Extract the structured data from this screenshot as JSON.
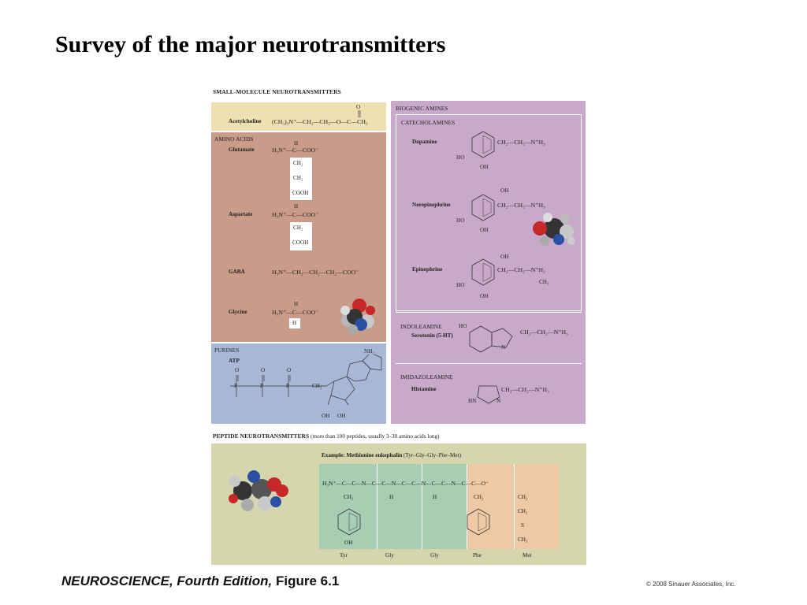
{
  "slide": {
    "title": "Survey of the major neurotransmitters"
  },
  "figure": {
    "small_heading": "SMALL-MOLECULE NEUROTRANSMITTERS",
    "acetylcholine": {
      "name": "Acetylcholine",
      "formula": "(CH₃)₃N⁺—CH₂—CH₂—O—C—CH₃",
      "o": "O"
    },
    "amino_acids": {
      "heading": "AMINO ACIDS",
      "glutamate": {
        "name": "Glutamate",
        "chain": "H₃N⁺—C—COO⁻",
        "h": "H",
        "side": [
          "CH₂",
          "CH₂",
          "COOH"
        ]
      },
      "aspartate": {
        "name": "Aspartate",
        "chain": "H₃N⁺—C—COO⁻",
        "h": "H",
        "side": [
          "CH₂",
          "COOH"
        ]
      },
      "gaba": {
        "name": "GABA",
        "chain": "H₃N⁺—CH₂—CH₂—CH₂—COO⁻"
      },
      "glycine": {
        "name": "Glycine",
        "chain": "H₃N⁺—C—COO⁻",
        "h": "H",
        "side": [
          "H"
        ]
      }
    },
    "purines": {
      "heading": "PURINES",
      "atp": {
        "name": "ATP",
        "nh2": "NH₂",
        "oh": "OH",
        "o": "O",
        "p": "P",
        "ch2": "CH₂"
      }
    },
    "biogenic": {
      "heading": "BIOGENIC AMINES",
      "catecholamines": {
        "heading": "CATECHOLAMINES",
        "dopamine": {
          "name": "Dopamine",
          "chain": "CH₂—CH₂—N⁺H₃",
          "ho": "HO",
          "oh": "OH"
        },
        "norepinephrine": {
          "name": "Norepinephrine",
          "chain": "CH₂—CH₂—N⁺H₃",
          "ho": "HO",
          "oh": "OH",
          "top_oh": "OH"
        },
        "epinephrine": {
          "name": "Epinephrine",
          "chain": "CH₂—CH₂—N⁺H₂",
          "ho": "HO",
          "oh": "OH",
          "top_oh": "OH",
          "methyl": "CH₃"
        }
      },
      "indoleamine": {
        "heading": "INDOLEAMINE",
        "name": "Serotonin (5-HT)",
        "ho": "HO",
        "chain": "CH₂—CH₂—N⁺H₃",
        "n": "N"
      },
      "imidazoleamine": {
        "heading": "IMIDAZOLEAMINE",
        "name": "Histamine",
        "chain": "CH₂—CH₂—N⁺H₃",
        "hn": "HN",
        "n": "N"
      }
    },
    "peptide": {
      "heading": "PEPTIDE NEUROTRANSMITTERS",
      "heading_note": "(more than 100 peptides, usually 3–30 amino acids long)",
      "example_label": "Example: Methionine enkephalin",
      "example_seq": "(Tyr–Gly–Gly–Phe–Met)",
      "backbone": "H₃N⁺—C—C—N—C—C—N—C—C—N—C—C—N—C—C—O⁻",
      "residues": [
        "Tyr",
        "Gly",
        "Gly",
        "Phe",
        "Met"
      ],
      "side": {
        "tyr": [
          "CH₂",
          "OH"
        ],
        "gly1": "H",
        "gly2": "H",
        "phe": "CH₂",
        "met": [
          "CH₂",
          "CH₂",
          "S",
          "CH₃"
        ]
      }
    }
  },
  "footer": {
    "book": "NEUROSCIENCE,",
    "edition": " Fourth Edition,",
    "figure": " Figure 6.1",
    "copyright": "© 2008 Sinauer Associates, Inc."
  },
  "colors": {
    "acetylcholine_bg": "#efe0b1",
    "amino_bg": "#c99b89",
    "purine_bg": "#a9b7d7",
    "biogenic_bg": "#c9a9c9",
    "peptide_bg": "#d5d6ae",
    "tyr_bg": "#a7cdb3",
    "phe_bg": "#efc9a5"
  }
}
